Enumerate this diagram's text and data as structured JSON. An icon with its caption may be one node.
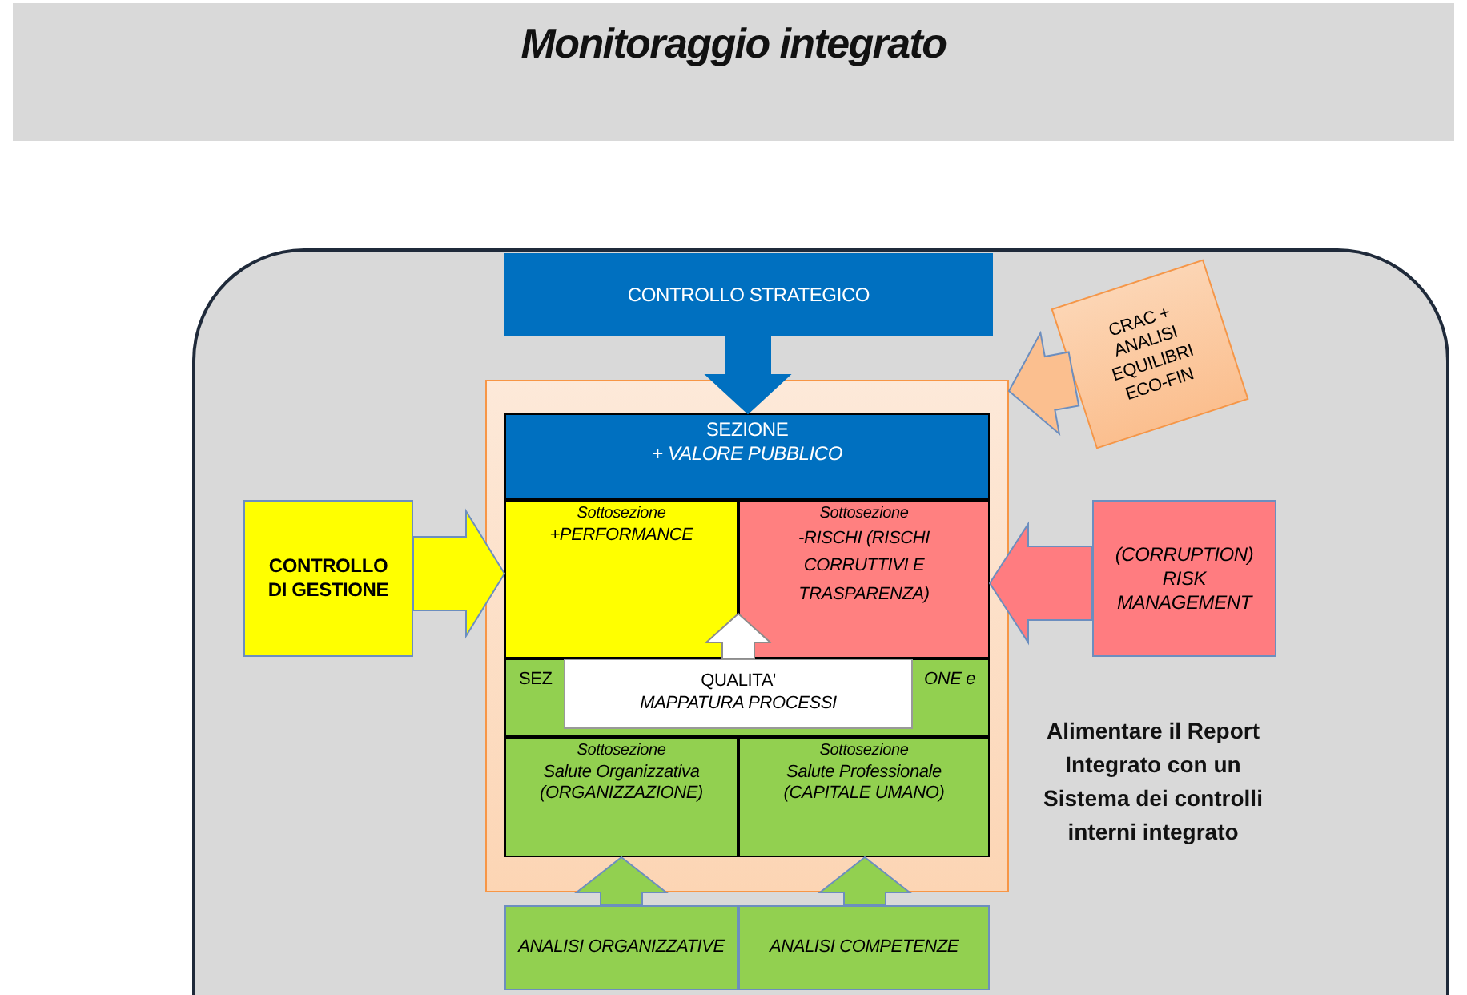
{
  "diagram": {
    "title": "Monitoraggio integrato",
    "nodes": [
      {
        "text": [],
        "shape": "box"
      },
      {
        "text": [
          "CONTROLLO STRATEGICO"
        ],
        "in": 0
      },
      {
        "text": [],
        "shape": "box",
        "in": 0
      },
      {
        "text": [
          "SEZIONE",
          "+ VALORE PUBBLICO"
        ],
        "in": 2
      },
      {
        "text": [
          "Sottosezione",
          "+PERFORMANCE"
        ],
        "in": 2
      },
      {
        "text": [
          "Sottosezione",
          "-RISCHI (RISCHI CORRUTTIVI E TRASPARENZA)"
        ],
        "in": 2
      },
      {
        "text": [
          "SEZ",
          "ONE e"
        ],
        "in": 2
      },
      {
        "text": [
          "Sottosezione",
          "Salute Organizzativa (ORGANIZZAZIONE)"
        ],
        "in": 2
      },
      {
        "text": [
          "Sottosezione",
          "Salute Professionale (CAPITALE UMANO)"
        ],
        "in": 2
      },
      {
        "text": [
          "QUALITA'",
          "MAPPATURA PROCESSI"
        ],
        "in": 6
      },
      {
        "text": [
          "CONTROLLO DI GESTIONE"
        ],
        "in": 0
      },
      {
        "text": [
          "CRAC + ANALISI EQUILIBRI ECO-FIN"
        ],
        "in": 0
      },
      {
        "text": [
          "(CORRUPTION) RISK MANAGEMENT"
        ],
        "in": 0
      },
      {
        "text": [
          "ANALISI ORGANIZZATIVE"
        ],
        "in": 0
      },
      {
        "text": [
          "ANALISI COMPETENZE"
        ],
        "in": 0
      }
    ],
    "edges": [
      {
        "from": 1,
        "to": 3,
        "arrow": "to",
        "color": "#0070c0"
      },
      {
        "from": 11,
        "to": 2,
        "arrow": "to",
        "color": "#fbbf8f"
      },
      {
        "from": 10,
        "to": 4,
        "arrow": "to",
        "color": "#ffff00"
      },
      {
        "from": 12,
        "to": 5,
        "arrow": "to",
        "color": "#ff7c80"
      },
      {
        "from": 9,
        "to": null,
        "arrow": "to",
        "color": "#ffffff"
      },
      {
        "from": 13,
        "to": 7,
        "arrow": "to",
        "color": "#92d050"
      },
      {
        "from": 14,
        "to": 8,
        "arrow": "to",
        "color": "#92d050"
      }
    ],
    "labels": [
      "Alimentare il Report Integrato con un Sistema dei controlli interni integrato"
    ]
  }
}
